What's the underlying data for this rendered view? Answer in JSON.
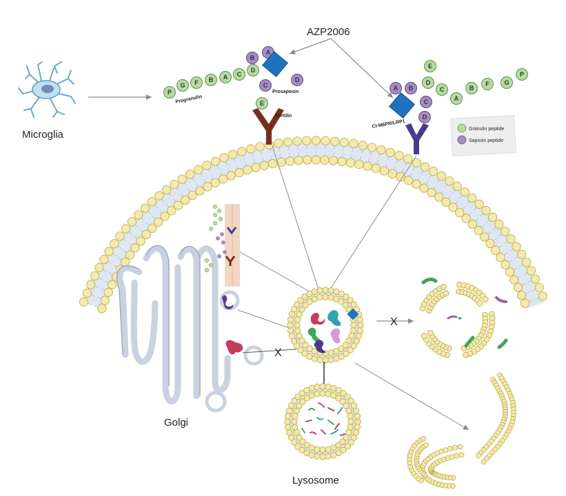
{
  "labels": {
    "drug": "AZP2006",
    "microglia": "Microglia",
    "golgi": "Golgi",
    "lysosome": "Lysosome",
    "progranulin": "Progranulin",
    "prosaposin": "Prosaposin",
    "sortilin": "Sortilin",
    "receptor": "CI-M6PR/LRP1",
    "block_mark": "X"
  },
  "legend": {
    "granulin": "Granulin peptide",
    "saposin": "Saposin peptide"
  },
  "left_peptides": {
    "granulin": [
      "P",
      "G",
      "F",
      "B",
      "A",
      "C",
      "D",
      "E"
    ],
    "saposin": [
      "A",
      "B",
      "C",
      "D"
    ]
  },
  "right_peptides": {
    "granulin": [
      "E",
      "D",
      "C",
      "A",
      "B",
      "F",
      "G",
      "P"
    ],
    "saposin": [
      "A",
      "B",
      "C",
      "D"
    ]
  },
  "colors": {
    "granulin": "#b5dba0",
    "saposin": "#a48cc4",
    "drug": "#1e73be",
    "sortilin": "#7a2d1c",
    "receptor": "#4b3a8c",
    "membrane_head": "#f5eaa8",
    "golgi": "#c5cfdd",
    "block": "#d21f2b"
  }
}
